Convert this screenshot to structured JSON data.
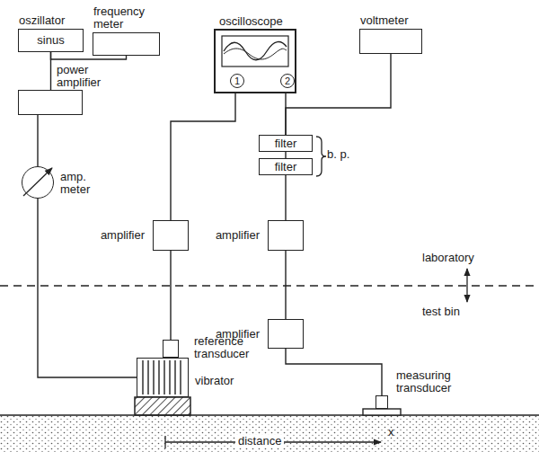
{
  "diagram": {
    "nodes": [
      {
        "text": [
          "oszillator",
          "sinus"
        ]
      },
      {
        "text": [
          "frequency meter"
        ]
      },
      {
        "text": [
          "oscilloscope",
          "1",
          "2"
        ]
      },
      {
        "text": [
          "voltmeter"
        ]
      },
      {
        "text": [
          "power amplifier"
        ]
      },
      {
        "text": [
          "filter"
        ]
      },
      {
        "text": [
          "filter"
        ]
      },
      {
        "text": [
          "amp. meter"
        ]
      },
      {
        "text": [
          "amplifier"
        ]
      },
      {
        "text": [
          "amplifier"
        ]
      },
      {
        "text": [
          "amplifier"
        ]
      },
      {
        "text": [
          "reference transducer"
        ]
      },
      {
        "text": [
          "vibrator"
        ]
      },
      {
        "text": [
          "measuring transducer"
        ]
      }
    ],
    "edges": [
      {
        "from": 0,
        "to": 1,
        "arrow": "none"
      },
      {
        "from": 0,
        "to": 4,
        "arrow": "none"
      },
      {
        "from": 4,
        "to": 7,
        "arrow": "none"
      },
      {
        "from": 7,
        "to": 12,
        "arrow": "none"
      },
      {
        "from": 11,
        "to": 8,
        "arrow": "none"
      },
      {
        "from": 8,
        "to": 2,
        "arrow": "none"
      },
      {
        "from": 5,
        "to": 2,
        "arrow": "none"
      },
      {
        "from": 5,
        "to": 3,
        "arrow": "none"
      },
      {
        "from": 5,
        "to": 6,
        "arrow": "none"
      },
      {
        "from": 6,
        "to": 9,
        "arrow": "none"
      },
      {
        "from": 9,
        "to": 10,
        "arrow": "none"
      },
      {
        "from": 10,
        "to": 13,
        "arrow": "none"
      }
    ],
    "labels": [
      "b. p.",
      "laboratory",
      "test bin",
      "distance",
      "x"
    ]
  }
}
